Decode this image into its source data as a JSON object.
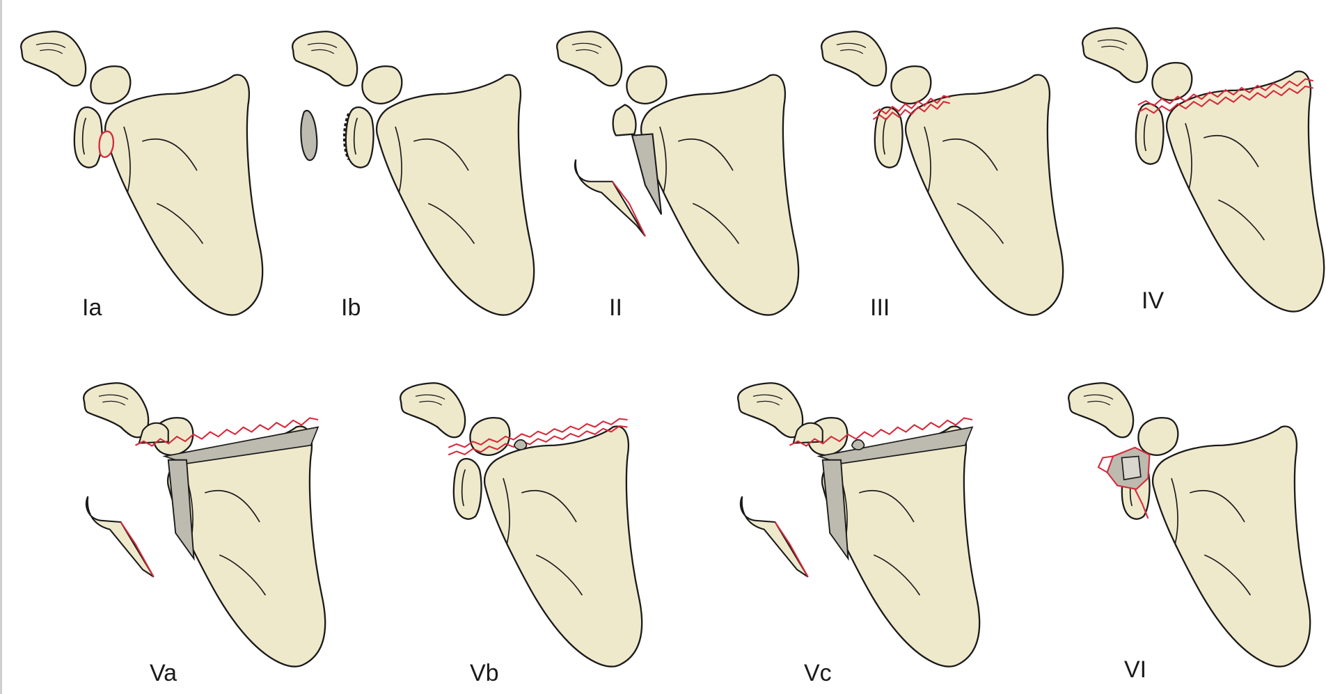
{
  "colors": {
    "bone": "#efe9cc",
    "outline": "#1a1a1a",
    "fracture": "#d42a3a",
    "shade": "#bdbab0"
  },
  "panels": [
    {
      "label": "Ia",
      "type": "rim-anterior",
      "icon": "scapula-glenoid-fracture-ia-icon"
    },
    {
      "label": "Ib",
      "type": "rim-posterior",
      "icon": "scapula-glenoid-fracture-ib-icon"
    },
    {
      "label": "II",
      "type": "inferior-oblique",
      "icon": "scapula-glenoid-fracture-ii-icon"
    },
    {
      "label": "III",
      "type": "superior-transverse",
      "icon": "scapula-glenoid-fracture-iii-icon"
    },
    {
      "label": "IV",
      "type": "transverse-body",
      "icon": "scapula-glenoid-fracture-iv-icon"
    },
    {
      "label": "Va",
      "type": "combined-ii-iv",
      "icon": "scapula-glenoid-fracture-va-icon"
    },
    {
      "label": "Vb",
      "type": "combined-iii-iv",
      "icon": "scapula-glenoid-fracture-vb-icon"
    },
    {
      "label": "Vc",
      "type": "combined-ii-iii-iv",
      "icon": "scapula-glenoid-fracture-vc-icon"
    },
    {
      "label": "VI",
      "type": "comminuted",
      "icon": "scapula-glenoid-fracture-vi-icon"
    }
  ]
}
